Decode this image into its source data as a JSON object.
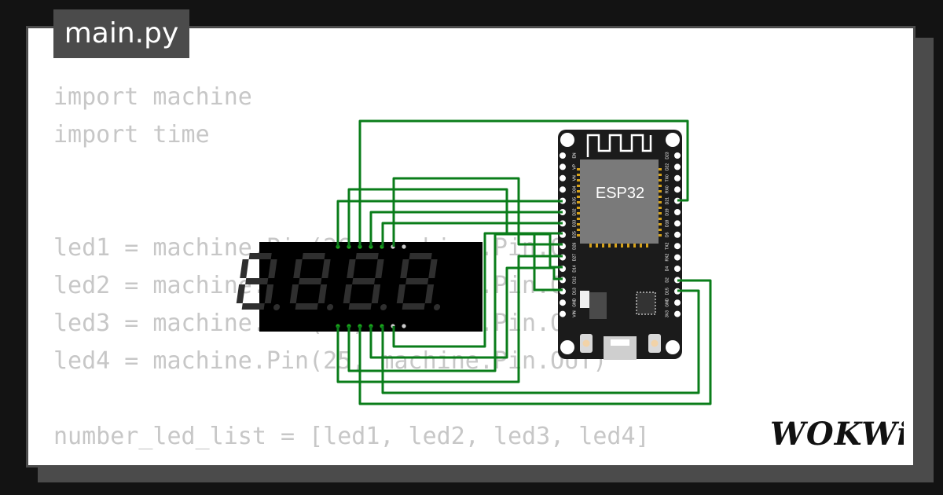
{
  "tab": {
    "filename": "main.py"
  },
  "code": {
    "lines": [
      "import machine",
      "import time",
      "",
      "",
      "led1 = machine.Pin(26, machine.Pin.OUT)",
      "led2 = machine.Pin(27, machine.Pin.OUT)",
      "led3 = machine.Pin(14, machine.Pin.OUT)",
      "led4 = machine.Pin(25, machine.Pin.OUT)",
      "",
      "number_led_list = [led1, led2, led3, led4]"
    ]
  },
  "board": {
    "chip_label": "ESP32",
    "left_pins": [
      "EN",
      "VP",
      "VN",
      "D34",
      "D35",
      "D32",
      "D33",
      "D25",
      "D26",
      "D27",
      "D14",
      "D12",
      "D13",
      "GND",
      "VIN"
    ],
    "right_pins": [
      "D23",
      "D22",
      "TX0",
      "RX0",
      "D21",
      "D19",
      "D18",
      "D5",
      "TX2",
      "RX2",
      "D4",
      "D2",
      "D15",
      "GND",
      "3V3"
    ]
  },
  "display": {
    "digits": 4,
    "segment_color": "#2f2f2f"
  },
  "wire_color": "#0a7d1a",
  "logo": {
    "text": "WOKWi"
  }
}
